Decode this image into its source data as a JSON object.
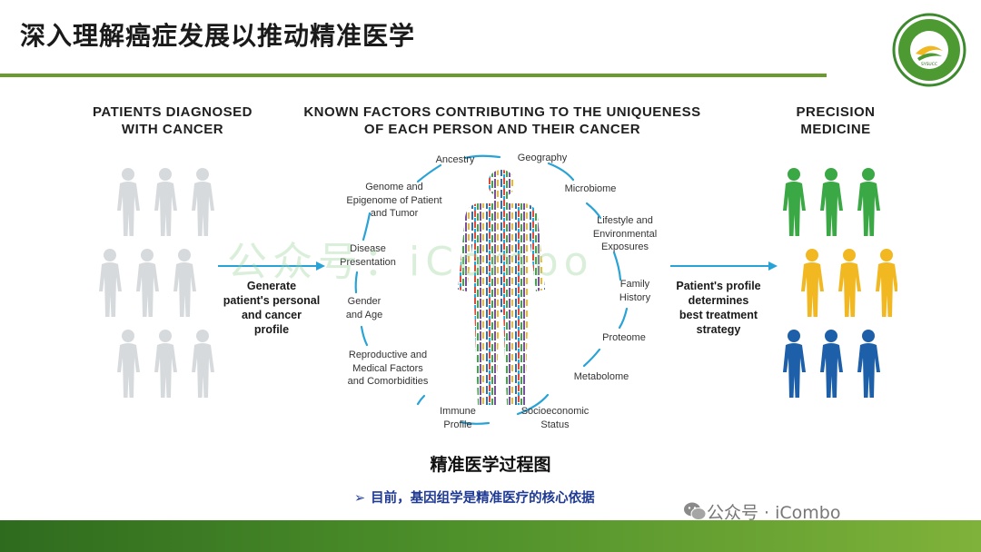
{
  "title": "深入理解癌症发展以推动精准医学",
  "headers": {
    "left": [
      "PATIENTS DIAGNOSED",
      "WITH CANCER"
    ],
    "middle": [
      "KNOWN FACTORS CONTRIBUTING TO THE UNIQUENESS",
      "OF EACH PERSON AND THEIR CANCER"
    ],
    "right": [
      "PRECISION",
      "MEDICINE"
    ]
  },
  "factors": {
    "ancestry": [
      "Ancestry"
    ],
    "geography": [
      "Geography"
    ],
    "microbiome": [
      "Microbiome"
    ],
    "lifestyle": [
      "Lifestyle and",
      "Environmental",
      "Exposures"
    ],
    "family_history": [
      "Family",
      "History"
    ],
    "proteome": [
      "Proteome"
    ],
    "metabolome": [
      "Metabolome"
    ],
    "socioeconomic": [
      "Socioeconomic",
      "Status"
    ],
    "immune_profile": [
      "Immune",
      "Profile"
    ],
    "reproductive": [
      "Reproductive and",
      "Medical Factors",
      "and Comorbidities"
    ],
    "gender_age": [
      "Gender",
      "and Age"
    ],
    "disease_presentation": [
      "Disease",
      "Presentation"
    ],
    "genome": [
      "Genome and",
      "Epigenome of Patient",
      "and Tumor"
    ]
  },
  "left_caption": [
    "Generate",
    "patient's personal",
    "and cancer",
    "profile"
  ],
  "right_caption": [
    "Patient's profile",
    "determines",
    "best treatment",
    "strategy"
  ],
  "subtitle": "精准医学过程图",
  "bullet": {
    "marker": "➢",
    "text": "目前，基因组学是精准医疗的核心依据"
  },
  "watermark_center": "公众号：iCombo",
  "watermark_bottom": "公众号 · iCombo",
  "colors": {
    "accent_green": "#6a9b2e",
    "arrow_blue": "#29a3d6",
    "grey_person": "#d7dadd",
    "green_person": "#3aa845",
    "yellow_person": "#f2b822",
    "blue_person": "#1d5fa8",
    "bullet_blue": "#1f3a93"
  }
}
